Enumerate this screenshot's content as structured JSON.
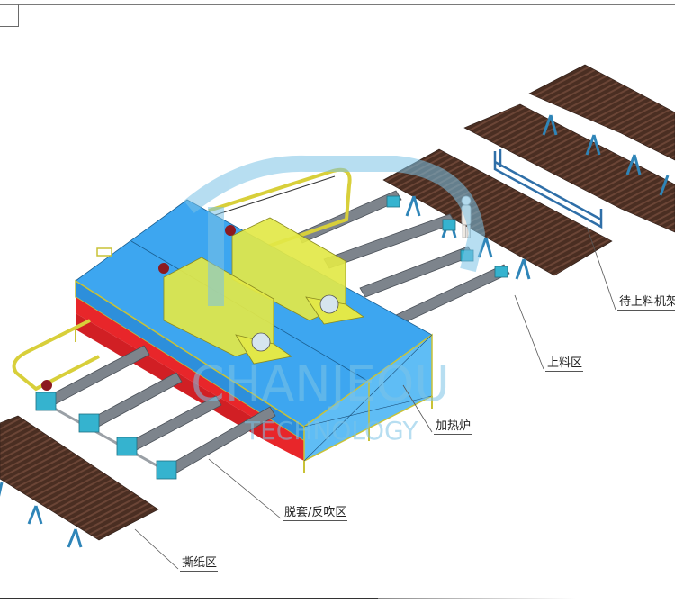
{
  "diagram": {
    "type": "isometric equipment layout",
    "watermark": {
      "line1": "CHANJEOU",
      "line2": "TECHNOLOGY",
      "color": "#7cc3e6"
    },
    "colors": {
      "furnace_top": "#3da6f0",
      "furnace_side_lower": "#e8262a",
      "furnace_end_glass": "#5fbdf5",
      "frame_yellow": "#e6df3c",
      "fan_housing": "#e2e848",
      "pipe_bundle": "#4a2e22",
      "support_blue": "#2f85b8",
      "rail_gray": "#7d848c",
      "clamp_cyan": "#35b3cf",
      "motor_red": "#8c1a20"
    },
    "callouts": [
      {
        "id": "waiting-rack",
        "label": "待上料机架"
      },
      {
        "id": "loading-zone",
        "label": "上料区"
      },
      {
        "id": "heating-furnace",
        "label": "加热炉"
      },
      {
        "id": "unsleeve-blow-zone",
        "label": "脱套/反吹区"
      },
      {
        "id": "paper-tear-zone",
        "label": "撕纸区"
      }
    ]
  }
}
